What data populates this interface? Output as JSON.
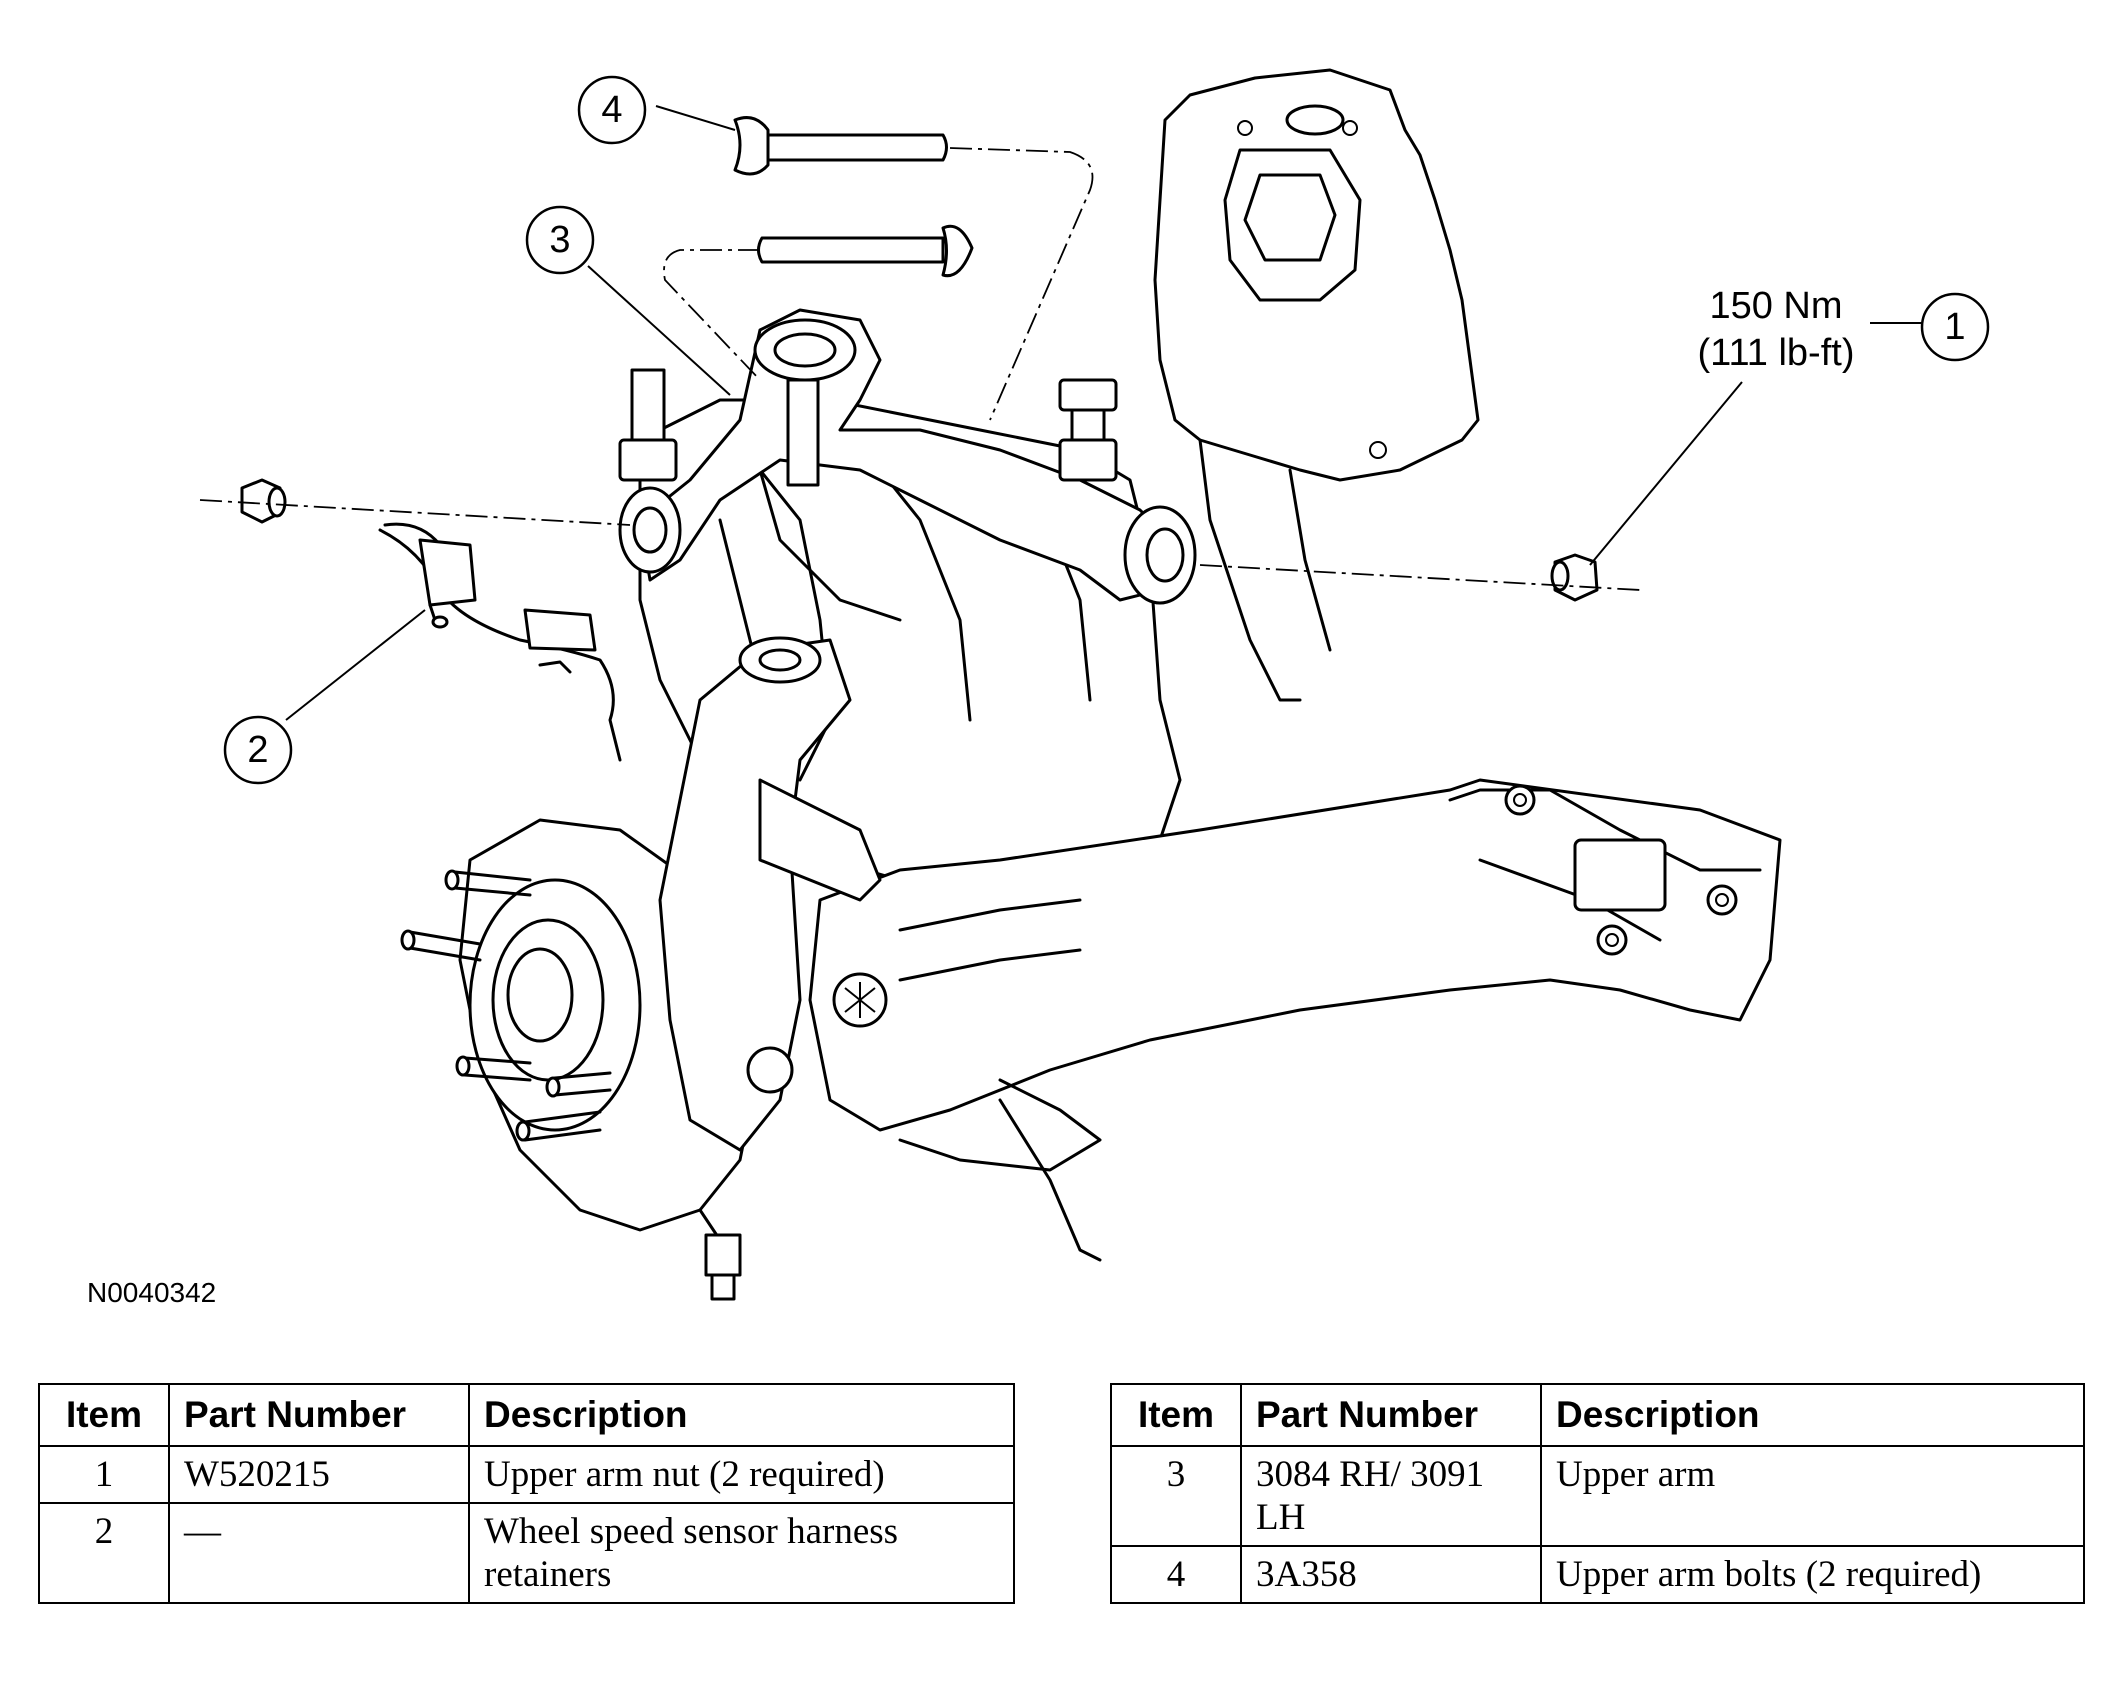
{
  "figure": {
    "id_label": "N0040342",
    "torque_value_nm": "150 Nm",
    "torque_value_lbft": "(111 lb-ft)",
    "callouts": [
      "1",
      "2",
      "3",
      "4"
    ]
  },
  "tables": [
    {
      "headers": [
        "Item",
        "Part Number",
        "Description"
      ],
      "rows": [
        {
          "item": "1",
          "part_number": "W520215",
          "description": "Upper arm nut (2 required)"
        },
        {
          "item": "2",
          "part_number": "—",
          "description": "Wheel speed sensor harness retainers"
        }
      ]
    },
    {
      "headers": [
        "Item",
        "Part Number",
        "Description"
      ],
      "rows": [
        {
          "item": "3",
          "part_number": "3084 RH/ 3091 LH",
          "description": "Upper arm"
        },
        {
          "item": "4",
          "part_number": "3A358",
          "description": "Upper arm bolts (2 required)"
        }
      ]
    }
  ]
}
